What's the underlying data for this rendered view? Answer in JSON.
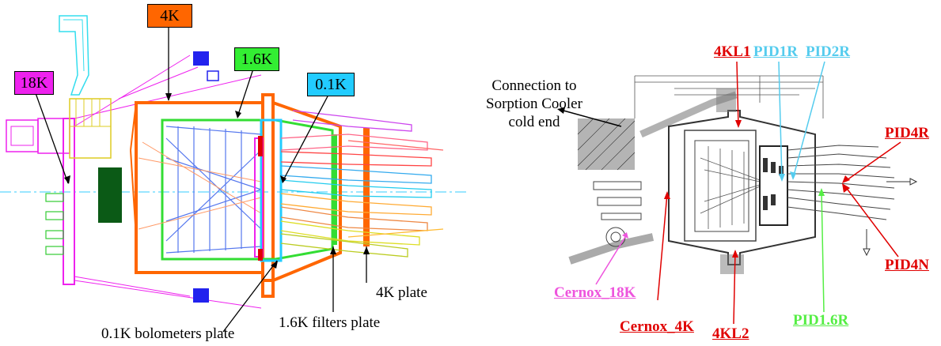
{
  "left": {
    "temperature_tags": [
      {
        "id": "4k",
        "text": "4K",
        "color": "#ff6600"
      },
      {
        "id": "1-6k",
        "text": "1.6K",
        "color": "#33ee33"
      },
      {
        "id": "18k",
        "text": "18K",
        "color": "#ee22ee"
      },
      {
        "id": "0-1k",
        "text": "0.1K",
        "color": "#22ccff"
      }
    ],
    "plate_labels": {
      "plate_4k": "4K plate",
      "plate_filters": "1.6K filters plate",
      "plate_bolometers": "0.1K bolometers plate"
    }
  },
  "right": {
    "connection_label": [
      "Connection to",
      "Sorption Cooler",
      "cold end"
    ],
    "sensors": [
      {
        "id": "4kl1",
        "text": "4KL1",
        "color": "#e00000"
      },
      {
        "id": "pid1r",
        "text": "PID1R",
        "color": "#55ccee"
      },
      {
        "id": "pid2r",
        "text": "PID2R",
        "color": "#55ccee"
      },
      {
        "id": "pid4r",
        "text": "PID4R",
        "color": "#e00000"
      },
      {
        "id": "pid4n",
        "text": "PID4N",
        "color": "#e00000"
      },
      {
        "id": "pid1-6r",
        "text": "PID1.6R",
        "color": "#55ee44"
      },
      {
        "id": "4kl2",
        "text": "4KL2",
        "color": "#e00000"
      },
      {
        "id": "cernox-4k",
        "text": "Cernox_4K",
        "color": "#e00000"
      },
      {
        "id": "cernox-18k",
        "text": "Cernox_18K",
        "color": "#ee55dd"
      }
    ]
  }
}
